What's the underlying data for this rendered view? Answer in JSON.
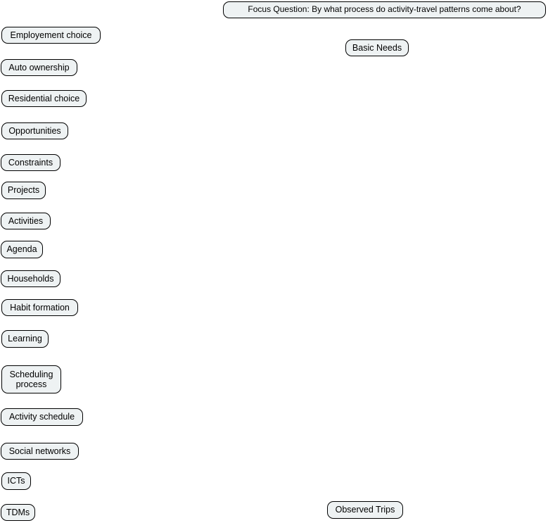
{
  "diagram": {
    "title": "Focus Question diagram",
    "colors": {
      "node_fill": "#eef2f3",
      "node_border": "#000000",
      "node_text": "#000000",
      "background": "#ffffff"
    },
    "nodes": [
      {
        "id": "focus-question",
        "label": "Focus Question: By what process do activity-travel patterns come about?"
      },
      {
        "id": "employment-choice",
        "label": "Employement choice"
      },
      {
        "id": "basic-needs",
        "label": "Basic Needs"
      },
      {
        "id": "auto-ownership",
        "label": "Auto ownership"
      },
      {
        "id": "residential-choice",
        "label": "Residential choice"
      },
      {
        "id": "opportunities",
        "label": "Opportunities"
      },
      {
        "id": "constraints",
        "label": "Constraints"
      },
      {
        "id": "projects",
        "label": "Projects"
      },
      {
        "id": "activities",
        "label": "Activities"
      },
      {
        "id": "agenda",
        "label": "Agenda"
      },
      {
        "id": "households",
        "label": "Households"
      },
      {
        "id": "habit-formation",
        "label": "Habit formation"
      },
      {
        "id": "learning",
        "label": "Learning"
      },
      {
        "id": "scheduling-process",
        "label": "Scheduling process"
      },
      {
        "id": "activity-schedule",
        "label": "Activity schedule"
      },
      {
        "id": "social-networks",
        "label": "Social networks"
      },
      {
        "id": "icts",
        "label": "ICTs"
      },
      {
        "id": "tdms",
        "label": "TDMs"
      },
      {
        "id": "observed-trips",
        "label": "Observed Trips"
      }
    ]
  }
}
